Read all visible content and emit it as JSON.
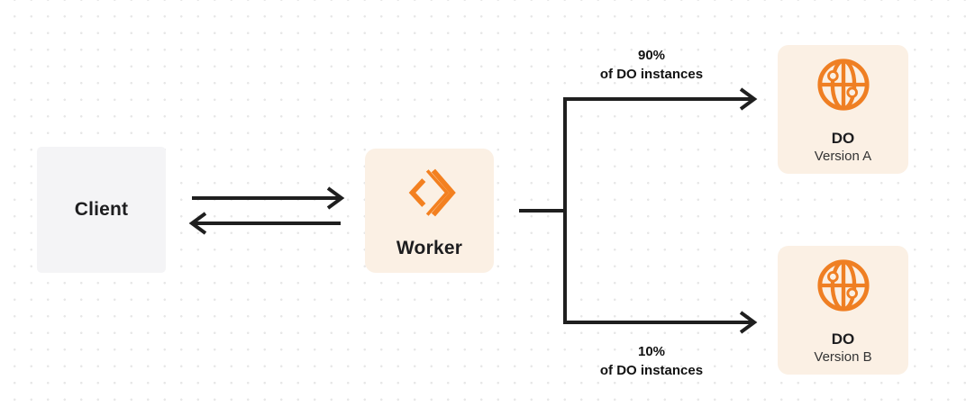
{
  "diagram": {
    "nodes": {
      "client": {
        "label": "Client"
      },
      "worker": {
        "label": "Worker",
        "icon": "workers-chevron-icon"
      },
      "do_a": {
        "title": "DO",
        "subtitle": "Version A",
        "icon": "durable-object-globe-icon"
      },
      "do_b": {
        "title": "DO",
        "subtitle": "Version B",
        "icon": "durable-object-globe-icon"
      }
    },
    "branches": {
      "top": {
        "percent": "90%",
        "caption": "of DO instances"
      },
      "bottom": {
        "percent": "10%",
        "caption": "of DO instances"
      }
    },
    "edges": [
      "client-to-worker",
      "worker-to-client",
      "worker-stub",
      "branch-vertical",
      "branch-to-do-version-a",
      "branch-to-do-version-b"
    ],
    "colors": {
      "accent_orange": "#f38020",
      "cream_box_bg": "#fbf0e4",
      "client_box_bg": "#f4f4f6",
      "connector": "#1f1f1f",
      "dot_grid": "#e7e7e7",
      "text_dark": "#1d1d1f",
      "text_subtitle": "#333333"
    }
  }
}
